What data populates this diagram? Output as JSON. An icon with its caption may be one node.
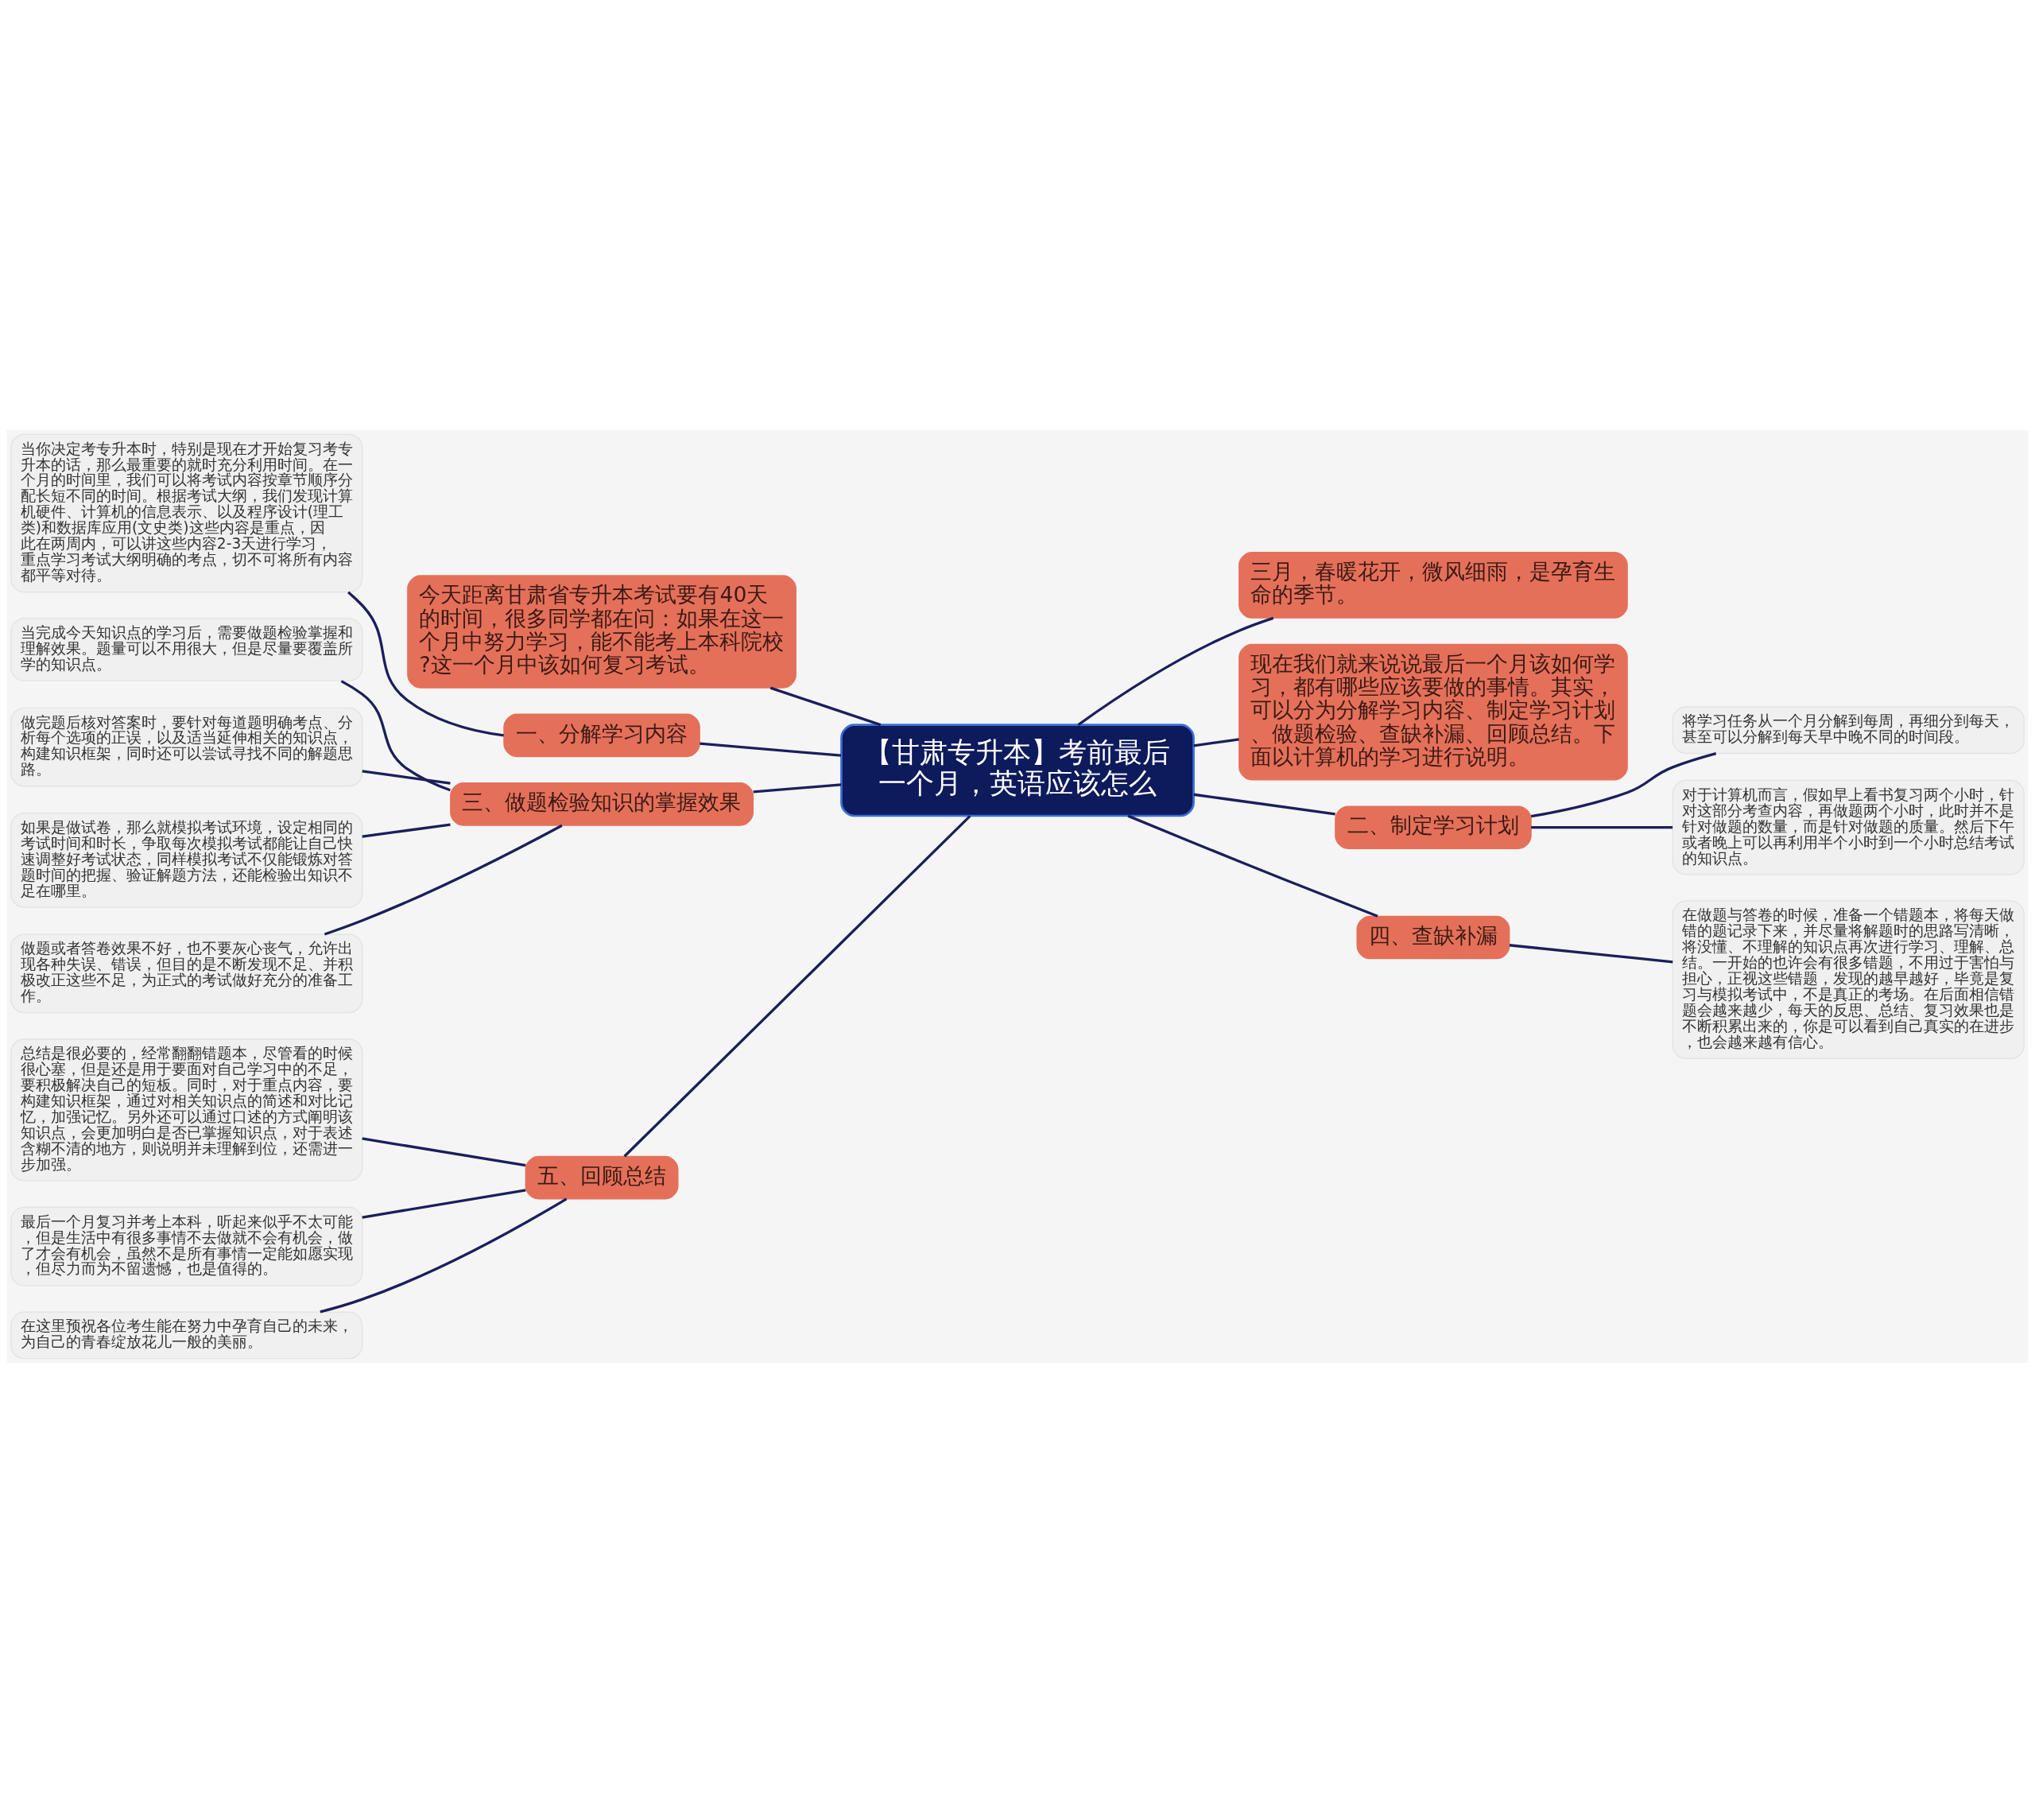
{
  "diagram": {
    "nodes": [
      {
        "text": [
          "【甘肃专升本】考前最后一个月，英语应该怎么"
        ]
      },
      {
        "text": [
          "今天距离甘肃省专升本考试要有40天的时间，很多同学都在问：如果在这一个月中努力学习，能不能考上本科院校?这一个月中该如何复习考试。"
        ]
      },
      {
        "text": [
          "一、分解学习内容"
        ]
      },
      {
        "text": [
          "当你决定考专升本时，特别是现在才开始复习考专升本的话，那么最重要的就时充分利用时间。在一个月的时间里，我们可以将考试内容按章节顺序分配长短不同的时间。根据考试大纲，我们发现计算机硬件、计算机的信息表示、以及程序设计(理工类)和数据库应用(文史类)这些内容是重点，因此在两周内，可以讲这些内容2-3天进行学习，重点学习考试大纲明确的考点，切不可将所有内容都平等对待。"
        ]
      },
      {
        "text": [
          "三、做题检验知识的掌握效果"
        ]
      },
      {
        "text": [
          "当完成今天知识点的学习后，需要做题检验掌握和理解效果。题量可以不用很大，但是尽量要覆盖所学的知识点。"
        ]
      },
      {
        "text": [
          "做完题后核对答案时，要针对每道题明确考点、分析每个选项的正误，以及适当延伸相关的知识点，构建知识框架，同时还可以尝试寻找不同的解题思路。"
        ]
      },
      {
        "text": [
          "如果是做试卷，那么就模拟考试环境，设定相同的考试时间和时长，争取每次模拟考试都能让自己快速调整好考试状态，同样模拟考试不仅能锻炼对答题时间的把握、验证解题方法，还能检验出知识不足在哪里。"
        ]
      },
      {
        "text": [
          "做题或者答卷效果不好，也不要灰心丧气，允许出现各种失误、错误，但目的是不断发现不足、并积极改正这些不足，为正式的考试做好充分的准备工作。"
        ]
      },
      {
        "text": [
          "五、回顾总结"
        ]
      },
      {
        "text": [
          "总结是很必要的，经常翻翻错题本，尽管看的时候很心塞，但是还是用于要面对自己学习中的不足，要积极解决自己的短板。同时，对于重点内容，要构建知识框架，通过对相关知识点的简述和对比记忆，加强记忆。另外还可以通过口述的方式阐明该知识点，会更加明白是否已掌握知识点，对于表述含糊不清的地方，则说明并未理解到位，还需进一步加强。"
        ]
      },
      {
        "text": [
          "最后一个月复习并考上本科，听起来似乎不太可能，但是生活中有很多事情不去做就不会有机会，做了才会有机会，虽然不是所有事情一定能如愿实现，但尽力而为不留遗憾，也是值得的。"
        ]
      },
      {
        "text": [
          "在这里预祝各位考生能在努力中孕育自己的未来，为自己的青春绽放花儿一般的美丽。"
        ]
      },
      {
        "text": [
          "三月，春暖花开，微风细雨，是孕育生命的季节。"
        ]
      },
      {
        "text": [
          "现在我们就来说说最后一个月该如何学习，都有哪些应该要做的事情。其实，可以分为分解学习内容、制定学习计划、做题检验、查缺补漏、回顾总结。下面以计算机的学习进行说明。"
        ]
      },
      {
        "text": [
          "二、制定学习计划"
        ]
      },
      {
        "text": [
          "将学习任务从一个月分解到每周，再细分到每天，甚至可以分解到每天早中晚不同的时间段。"
        ]
      },
      {
        "text": [
          "对于计算机而言，假如早上看书复习两个小时，针对这部分考查内容，再做题两个小时，此时并不是针对做题的数量，而是针对做题的质量。然后下午或者晚上可以再利用半个小时到一个小时总结考试的知识点。"
        ]
      },
      {
        "text": [
          "四、查缺补漏"
        ]
      },
      {
        "text": [
          "在做题与答卷的时候，准备一个错题本，将每天做错的题记录下来，并尽量将解题时的思路写清晰，将没懂、不理解的知识点再次进行学习、理解、总结。一开始的也许会有很多错题，不用过于害怕与担心，正视这些错题，发现的越早越好，毕竟是复习与模拟考试中，不是真正的考场。在后面相信错题会越来越少，每天的反思、总结、复习效果也是不断积累出来的，你是可以看到自己真实的在进步，也会越来越有信心。"
        ]
      }
    ],
    "edges": [
      {
        "from": 0,
        "to": 1,
        "arrow": "none"
      },
      {
        "from": 0,
        "to": 2,
        "arrow": "none"
      },
      {
        "from": 2,
        "to": 3,
        "arrow": "none"
      },
      {
        "from": 0,
        "to": 4,
        "arrow": "none"
      },
      {
        "from": 4,
        "to": 5,
        "arrow": "none"
      },
      {
        "from": 4,
        "to": 6,
        "arrow": "none"
      },
      {
        "from": 4,
        "to": 7,
        "arrow": "none"
      },
      {
        "from": 4,
        "to": 8,
        "arrow": "none"
      },
      {
        "from": 0,
        "to": 9,
        "arrow": "none"
      },
      {
        "from": 9,
        "to": 10,
        "arrow": "none"
      },
      {
        "from": 9,
        "to": 11,
        "arrow": "none"
      },
      {
        "from": 9,
        "to": 12,
        "arrow": "none"
      },
      {
        "from": 0,
        "to": 13,
        "arrow": "none"
      },
      {
        "from": 0,
        "to": 14,
        "arrow": "none"
      },
      {
        "from": 0,
        "to": 15,
        "arrow": "none"
      },
      {
        "from": 15,
        "to": 16,
        "arrow": "none"
      },
      {
        "from": 15,
        "to": 17,
        "arrow": "none"
      },
      {
        "from": 0,
        "to": 18,
        "arrow": "none"
      },
      {
        "from": 18,
        "to": 19,
        "arrow": "none"
      }
    ]
  }
}
